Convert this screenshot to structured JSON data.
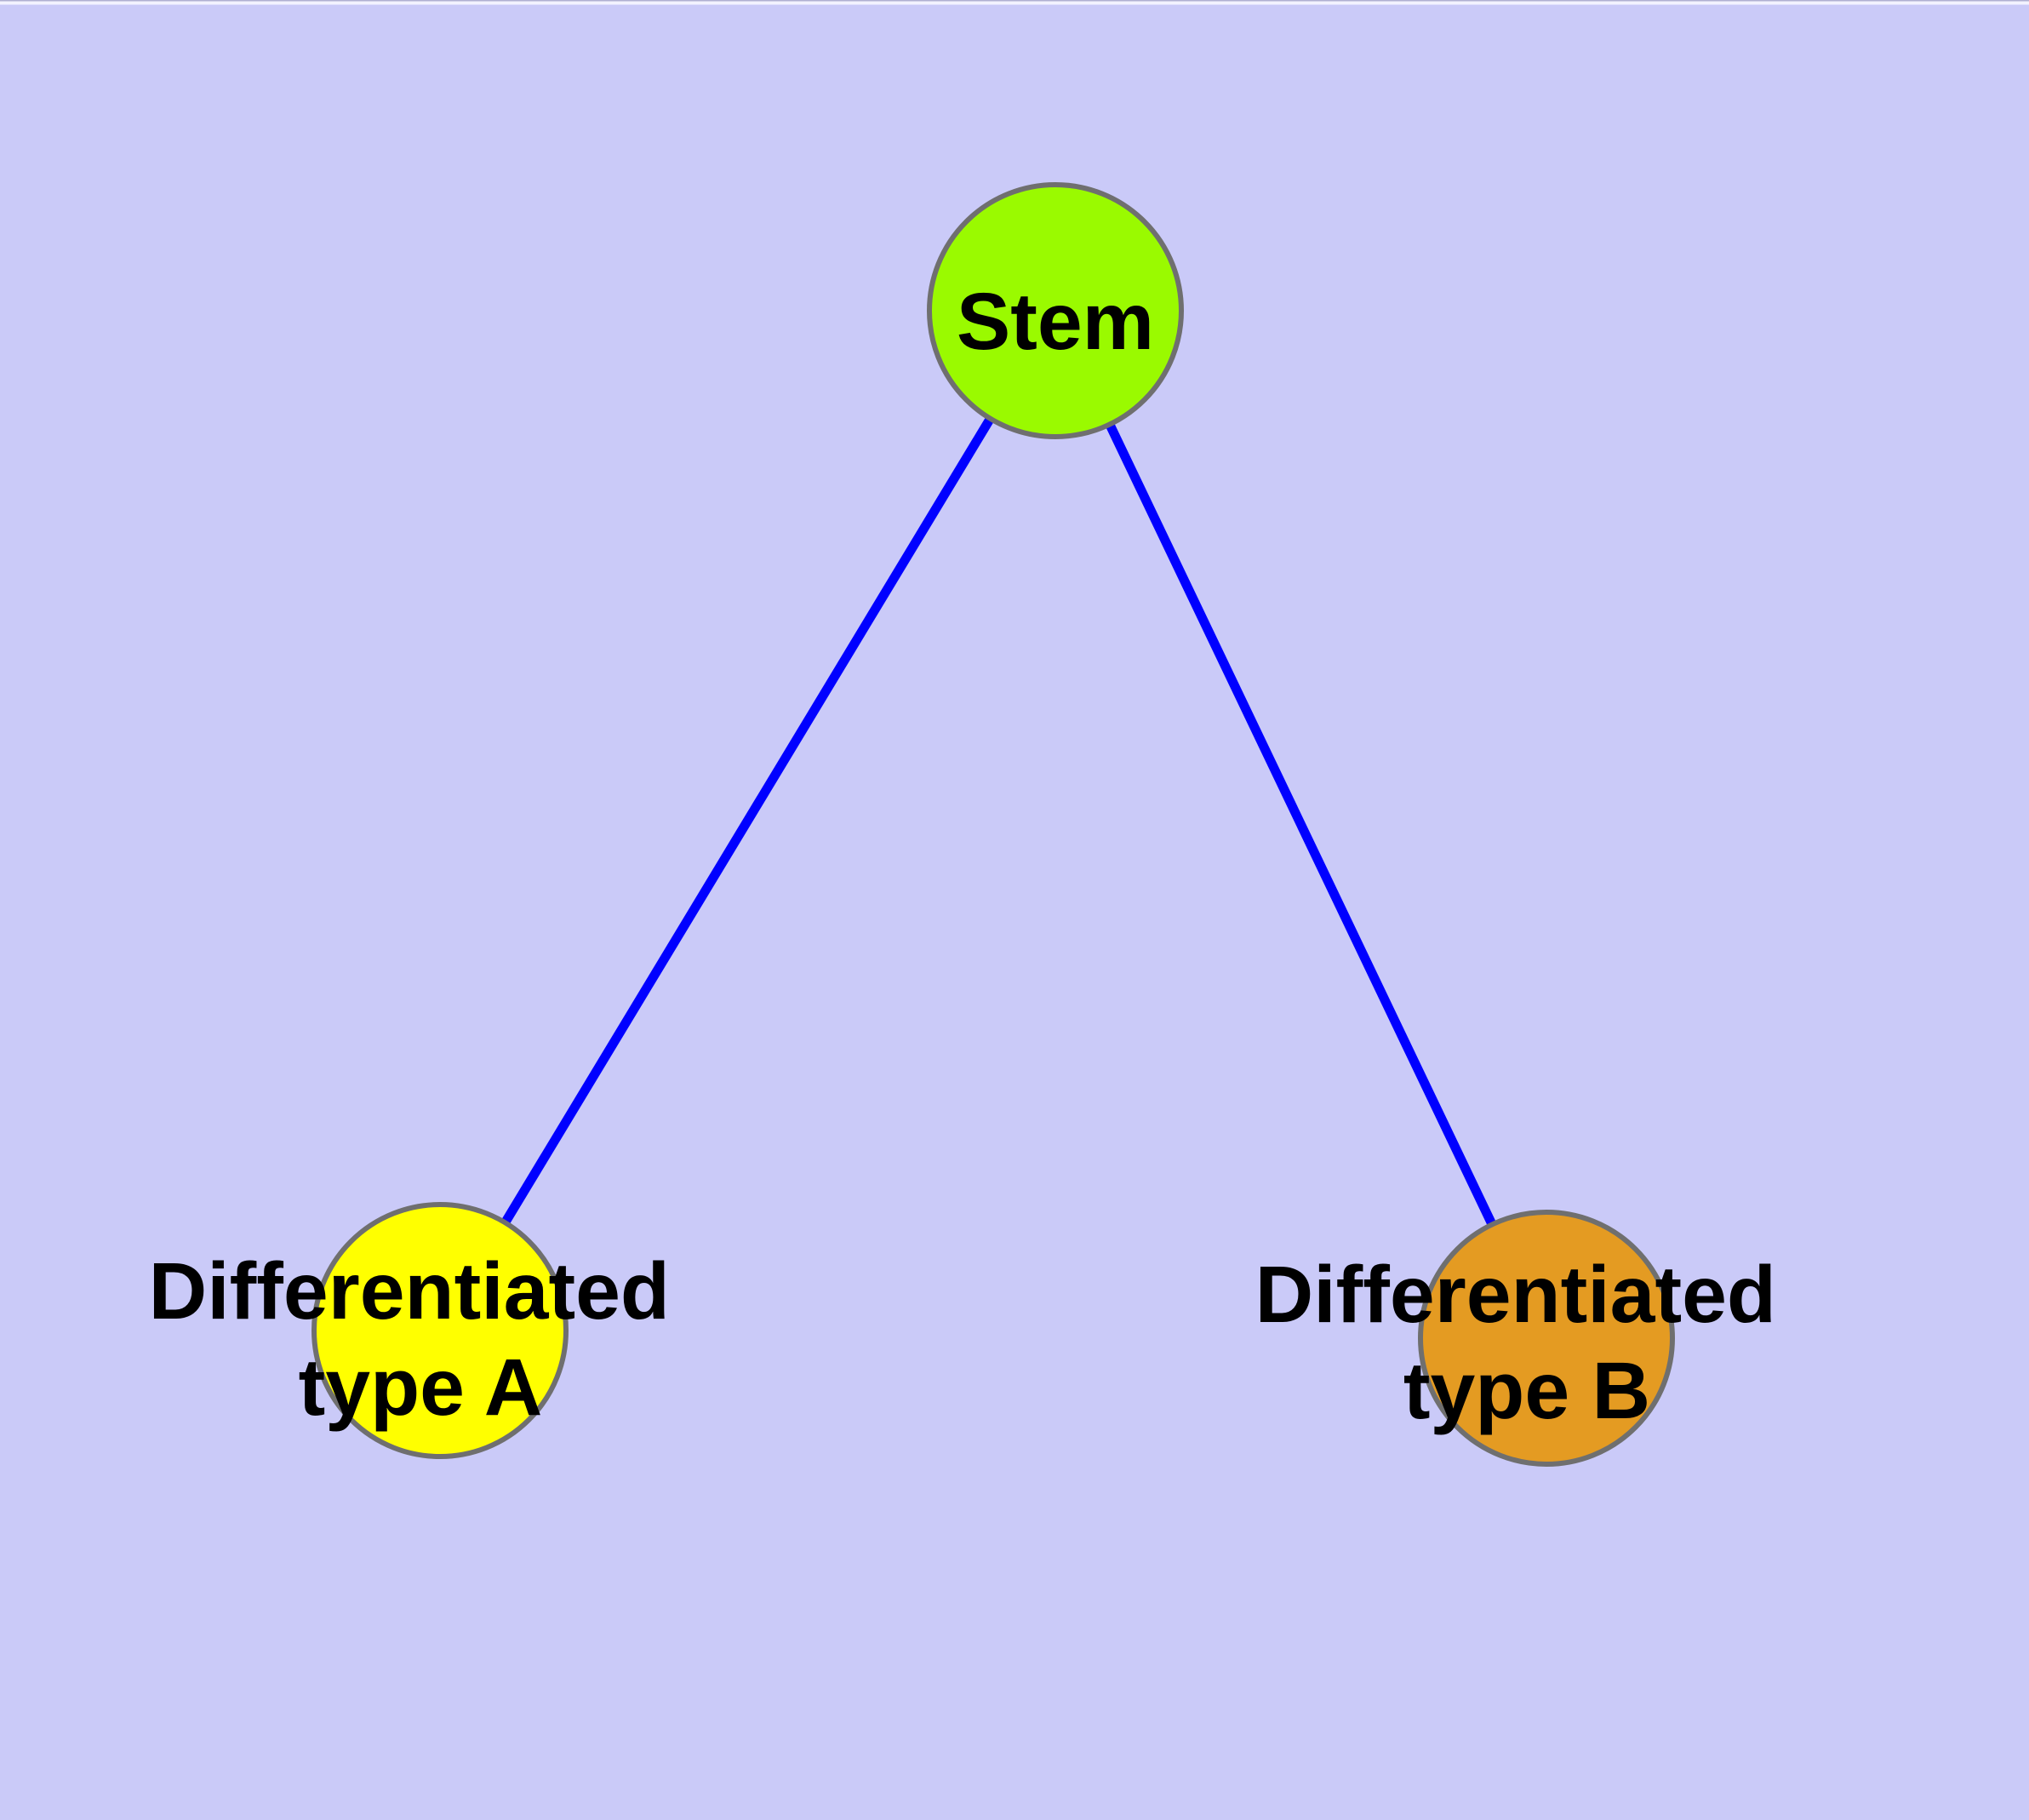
{
  "diagram": {
    "description": "Cell differentiation graph: a stem node connected to two differentiated cell type nodes",
    "background_color": "#CACAF8",
    "edge_color": "#0000FF",
    "edge_width": 11,
    "node_border_color": "#6F6F6F",
    "node_border_width": 6,
    "label_color": "#000000",
    "nodes": [
      {
        "id": "stem",
        "label": "Stem",
        "label_lines": [
          "Stem"
        ],
        "fill_color": "#9AFA00"
      },
      {
        "id": "differentiated-type-a",
        "label": "Differentiated type A",
        "label_lines": [
          "Differentiated",
          "type A"
        ],
        "fill_color": "#FFFF00"
      },
      {
        "id": "differentiated-type-b",
        "label": "Differentiated type B",
        "label_lines": [
          "Differentiated",
          "type B"
        ],
        "fill_color": "#E49B22"
      }
    ],
    "edges": [
      {
        "source": "stem",
        "target": "differentiated-type-a"
      },
      {
        "source": "stem",
        "target": "differentiated-type-b"
      }
    ]
  }
}
